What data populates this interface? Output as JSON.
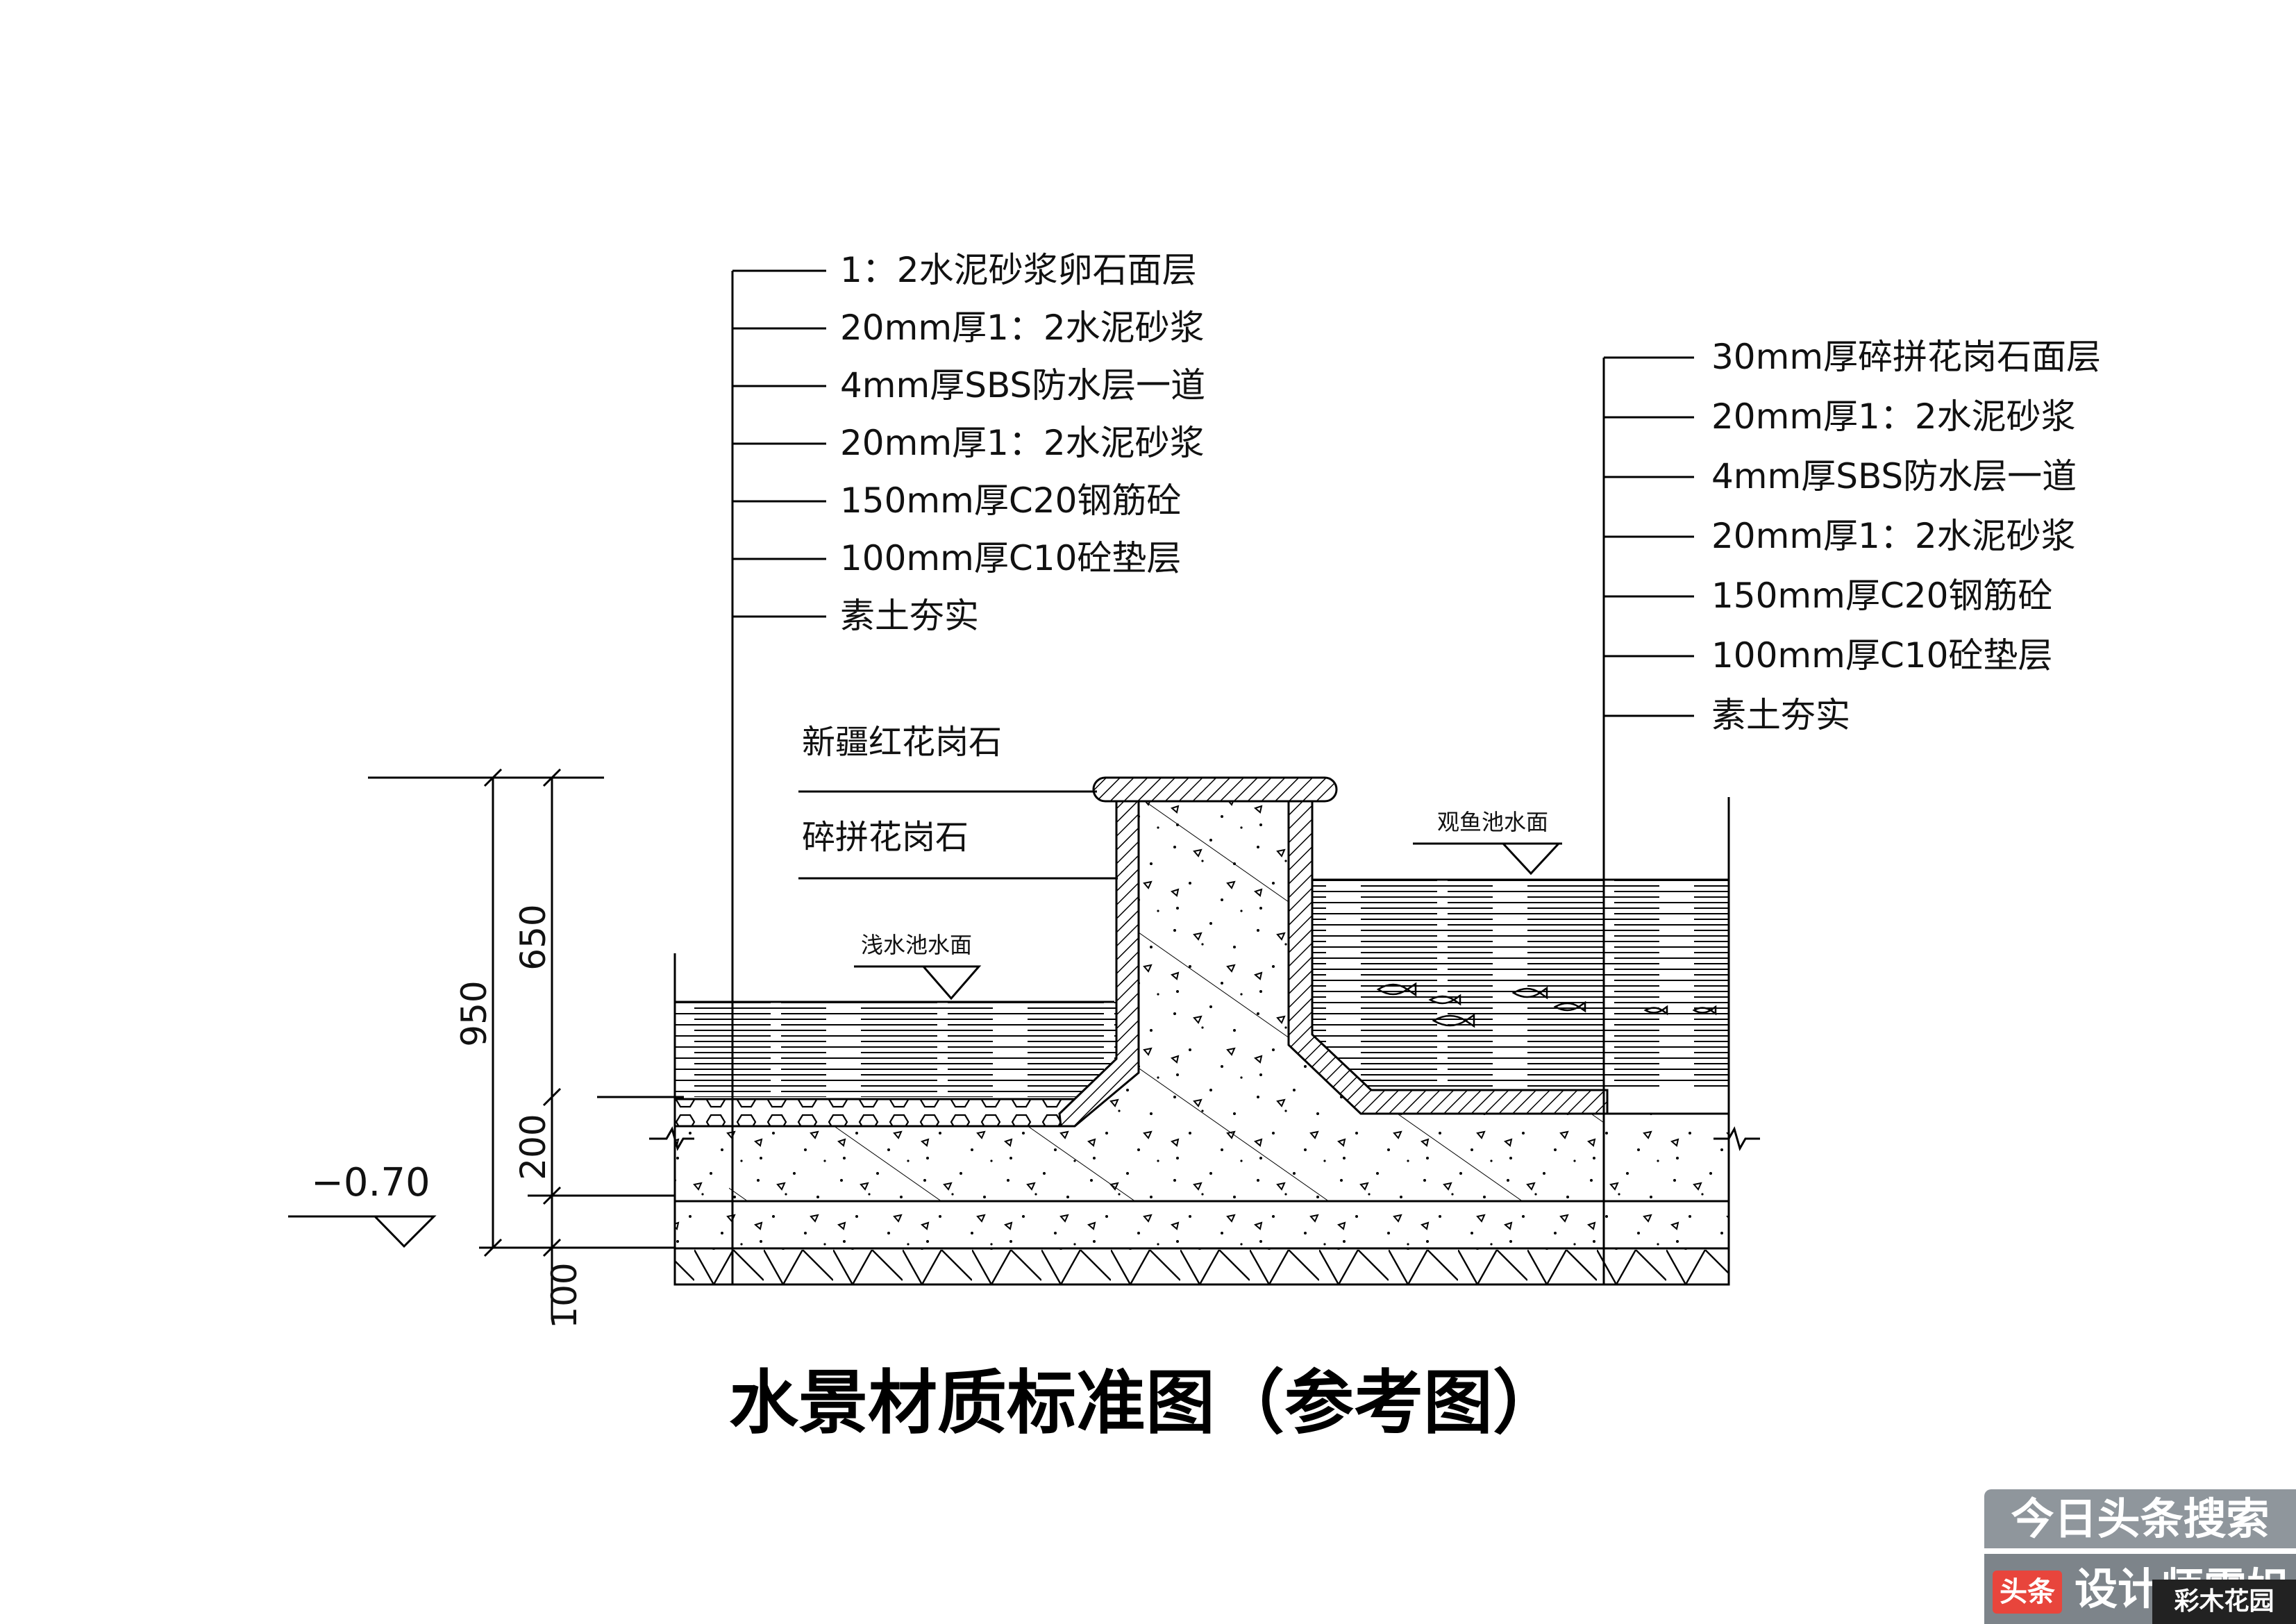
{
  "left_callouts": [
    "1：2水泥砂浆卵石面层",
    "20mm厚1：2水泥砂浆",
    "4mm厚SBS防水层一道",
    "20mm厚1：2水泥砂浆",
    "150mm厚C20钢筋砼",
    "100mm厚C10砼垫层",
    "素土夯实"
  ],
  "right_callouts": [
    "30mm厚碎拼花岗石面层",
    "20mm厚1：2水泥砂浆",
    "4mm厚SBS防水层一道",
    "20mm厚1：2水泥砂浆",
    "150mm厚C20钢筋砼",
    "100mm厚C10砼垫层",
    "素土夯实"
  ],
  "wall_labels": [
    "新疆红花岗石",
    "碎拼花岗石"
  ],
  "water_levels": {
    "shallow": "浅水池水面",
    "fish": "观鱼池水面"
  },
  "dimensions": {
    "total": "950",
    "upper": "650",
    "middle": "200",
    "lower": "100"
  },
  "elevation": "−0.70",
  "title": "水景材质标准图（参考图）",
  "watermark": {
    "search": "今日头条搜索",
    "badge": "头条",
    "author": "设计师霞姐",
    "logo": "彩木花园"
  }
}
